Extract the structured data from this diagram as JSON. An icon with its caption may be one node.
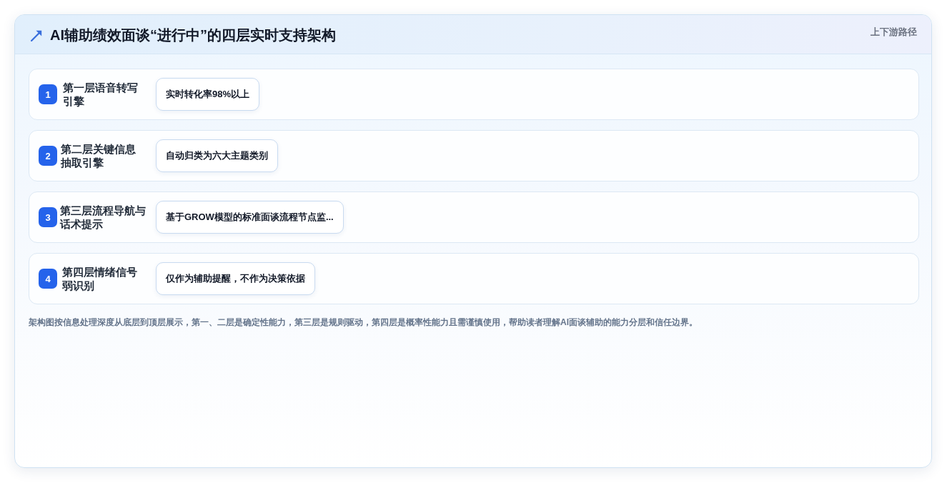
{
  "diagram": {
    "title": "AI辅助绩效面谈“进行中”的四层实时支持架构",
    "caption": "架构图按信息处理深度从底层到顶层展示，第一、二层是确定性能力，第三层是规则驱动，第四层是概率性能力且需谨慎使用，帮助读者理解AI面谈辅助的能力分层和信任边界。",
    "nodes": [
      {
        "text": [
          "第一层语音转写引擎"
        ]
      },
      {
        "text": [
          "1"
        ],
        "in": 0
      },
      {
        "text": [
          "实时转化率98%以上"
        ],
        "in": 0
      },
      {
        "text": [
          "第二层关键信息抽取引擎"
        ]
      },
      {
        "text": [
          "2"
        ],
        "in": 3
      },
      {
        "text": [
          "自动归类为六大主题类别"
        ],
        "in": 3
      },
      {
        "text": [
          "第三层流程导航与话术提示"
        ]
      },
      {
        "text": [
          "3"
        ],
        "in": 6
      },
      {
        "text": [
          "基于GROW模型的标准面谈流程节点监..."
        ],
        "in": 6
      },
      {
        "text": [
          "第四层情绪信号弱识别"
        ]
      },
      {
        "text": [
          "4"
        ],
        "in": 9
      },
      {
        "text": [
          "仅作为辅助提醒，不作为决策依据"
        ],
        "in": 9
      }
    ],
    "labels": [
      "上下游路径"
    ]
  }
}
